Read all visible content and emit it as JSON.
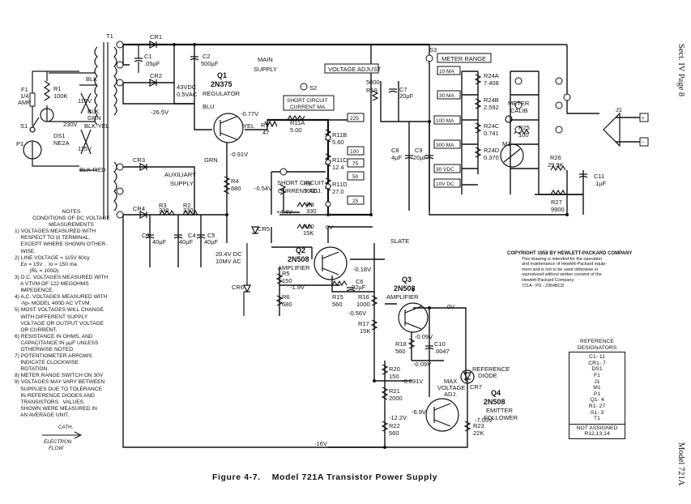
{
  "side_header": "Sect. IV  Page 8",
  "side_footer": "Model 721A",
  "caption": {
    "figure": "Figure 4-7.",
    "title": "Model 721A  Transistor Power Supply"
  },
  "sections": {
    "main_supply_1": "MAIN",
    "main_supply_2": "SUPPLY",
    "aux_supply_1": "AUXILIARY",
    "aux_supply_2": "SUPPLY"
  },
  "controls": {
    "voltage_adjust": "VOLTAGE ADJUST",
    "short_circuit_1": "SHORT CIRCUIT",
    "short_circuit_2": "CURRENT MA",
    "short_circuit_adj_1": "SHORT CIRCUIT",
    "short_circuit_adj_2": "CURRENT ADJ.",
    "meter_range": "METER RANGE",
    "meter_calib_1": "METER",
    "meter_calib_2": "CALIB"
  },
  "current_ranges": [
    "225",
    "100",
    "75",
    "50",
    "25"
  ],
  "meter_ranges": [
    "10 MA",
    "30 MA",
    "100 MA",
    "300 MA",
    "30 VDC",
    "10V DC"
  ],
  "transistors": {
    "q1": {
      "ref": "Q1",
      "type": "2N375",
      "role": "REGULATOR"
    },
    "q2": {
      "ref": "Q2",
      "type": "2N508",
      "role": "AMPLIFIER"
    },
    "q3": {
      "ref": "Q3",
      "type": "2N508",
      "role": "AMPLIFIER"
    },
    "q4": {
      "ref": "Q4",
      "type": "2N508",
      "role1": "EMITTER",
      "role2": "FOLLOWER"
    }
  },
  "components": {
    "t1": "T1",
    "cr1": "CR1",
    "cr2": "CR2",
    "cr3": "CR3",
    "cr4": "CR4",
    "cr5": "CR5",
    "cr6": "CR6",
    "c1": "C1",
    "c1v": ".05µF",
    "c2": "C2",
    "c2v": "500µF",
    "c2rating1": "43VDC",
    "c2rating2": "0.5VAC",
    "c3": "C3",
    "c3v": "40µF",
    "c4": "C4",
    "c4v": "40µF",
    "c5": "C5",
    "c5v": "40µF",
    "c6": "C6",
    "c6v": ".02µF",
    "c7": "C7",
    "c7v": "20µF",
    "c8": "C8",
    "c8v": "4µF",
    "c9": "C9",
    "c9v": "20µF",
    "c10": "C10",
    "c10v": ".0047",
    "c11": "C11",
    "c11v": ".1µF",
    "f1": "F1",
    "f1v1": "1/4",
    "f1v2": "AMP",
    "s1": "S1",
    "s2": "S2",
    "s3": "S3",
    "p1": "P1",
    "j1": "J1",
    "r1": "R1",
    "r1v": "100K",
    "ds1": "DS1",
    "ds1v": "NE2A",
    "v230": "230V",
    "v115a": "115V",
    "v115b": "115V",
    "blk1": "BLK",
    "blk2": "BLK",
    "blkgrn": "GRN",
    "blkyel": "BLK-YEL",
    "blkred": "BLK-RED",
    "r2": "R2",
    "r2v": "330",
    "r3": "R3",
    "r3v": "330",
    "r4": "R4",
    "r4v": "680",
    "r5": "R5",
    "r5v": "150",
    "r6": "R6",
    "r6v": "680",
    "r7": "R7",
    "r7v": "47",
    "r8": "R8",
    "r8v": "5000",
    "r9": "R9",
    "r9v": "330",
    "r10": "R10",
    "r10v": "15K",
    "r11a": "R11A",
    "r11av": "5.00",
    "r11b": "R11B",
    "r11bv": "5.60",
    "r11c": "R11C",
    "r11cv": "12.4",
    "r11d": "R11D",
    "r11dv": "27.0",
    "r15": "R15",
    "r15v": "560",
    "r16": "R16",
    "r16v": "1000",
    "r17": "R17",
    "r17v": "15K",
    "r18": "R18",
    "r18v": "560",
    "r19": "R19",
    "r19v": "5000",
    "r20": "R20",
    "r20v": "150",
    "r21": "R21",
    "r21v": "2000",
    "r22": "R22",
    "r22v": "560",
    "r23": "R23",
    "r23v": "22K",
    "r24a": "R24A",
    "r24av": "7.408",
    "r24b": "R24B",
    "r24bv": "2.592",
    "r24c": "R24C",
    "r24cv": "0.741",
    "r24d": "R24D",
    "r24dv": "0.370",
    "r25": "R25",
    "r25v": "100",
    "r26": "R26",
    "r26v": "29.9K",
    "r27": "R27",
    "r27v": "9900",
    "m1": "M1",
    "cr7": "CR7",
    "ref_diode1": "REFERENCE",
    "ref_diode2": "DIODE",
    "max_v1": "MAX",
    "max_v2": "VOLTAGE",
    "max_v3": "ADJ.",
    "slate": "SLATE",
    "blu": "BLU",
    "yel": "YEL",
    "grn": "GRN"
  },
  "voltages": {
    "v1": "-26.5V",
    "v2": "-0.77V",
    "v3": "-0.91V",
    "v4": "-0.54V",
    "v5": "+4.4V",
    "v6": "0V",
    "v7": "20.4V DC",
    "v8": "10MV AC",
    "v9": "-0.18V",
    "v10": "-1.9V",
    "v11": "-0.56V",
    "v12": "0V",
    "v13": "-0.09V",
    "v14": "-0.09V",
    "v15": "-0.091V",
    "v16": "-6.9V",
    "v17": "-12.2V",
    "v18": "-7.05V",
    "v19": "-16V"
  },
  "notes": {
    "title1": "NOTES",
    "title2": "CONDITIONS OF DC VOLTAGE",
    "title3": "MEASUREMENTS",
    "lines": [
      "1) VOLTAGES MEASURED WITH",
      "    RESPECT TO ⊟ TERMINAL,",
      "    EXCEPT WHERE SHOWN OTHER-",
      "    WISE.",
      "2) LINE VOLTAGE = 115V 60cy",
      "    Eo = 15V ,  Io = 150 ma",
      "          (RL = 100Ω)",
      "3) D.C. VOLTAGES MEASURED WITH",
      "    A VTVM OF 122 MEGOHMS",
      "    IMPEDENCE.",
      "4) A.C. VOLTAGES MEASURED WITH",
      "    -hp- MODEL 400D AC VTVM.",
      "5) MOST VOLTAGES WILL CHANGE",
      "    WITH DIFFERENT SUPPLY",
      "    VOLTAGE OR OUTPUT VOLTAGE",
      "    OR CURRENT.",
      "6) RESISTANCE IN OHMS, AND",
      "    CAPACITANCE IN µµF UNLESS",
      "    OTHERWISE NOTED.",
      "7) POTENTIOMETER ARROWS",
      "    INDICATE CLOCKWISE",
      "    ROTATION.",
      "8) METER RANGE SWITCH ON 30V",
      "9) VOLTAGES MAY VARY BETWEEN",
      "    SUPPLIES DUE TO TOLERANCE",
      "    IN REFERENCE DIODES AND",
      "    TRANSISTORS.  VALUES",
      "    SHOWN WERE MEASURED IN",
      "    AN AVERAGE UNIT."
    ]
  },
  "legend": {
    "cath": "CATH.",
    "electron": "ELECTRON",
    "flow": "FLOW"
  },
  "copyright": {
    "title": "COPYRIGHT 1958 BY HEWLETT-PACKARD COMPANY",
    "l1": "This drawing is intended for the operation",
    "l2": "and maintenance of Hewlett-Packard equip-",
    "l3": "ment and is not to be used otherwise or",
    "l4": "reproduced without written consent of the",
    "l5": "Hewlett-Packard Company.",
    "code": "721A - PS - 2364BCD"
  },
  "reference_designators": {
    "title1": "REFERENCE",
    "title2": "DESIGNATORS",
    "items": [
      "C1- 11",
      "CR1- 7",
      "DS1",
      "F1",
      "J1",
      "M1",
      "P1",
      "Q1- 4",
      "R1- 27",
      "S1- 3",
      "T1"
    ],
    "na_title": "NOT ASSIGNED",
    "na_items": "R12,13,14"
  }
}
